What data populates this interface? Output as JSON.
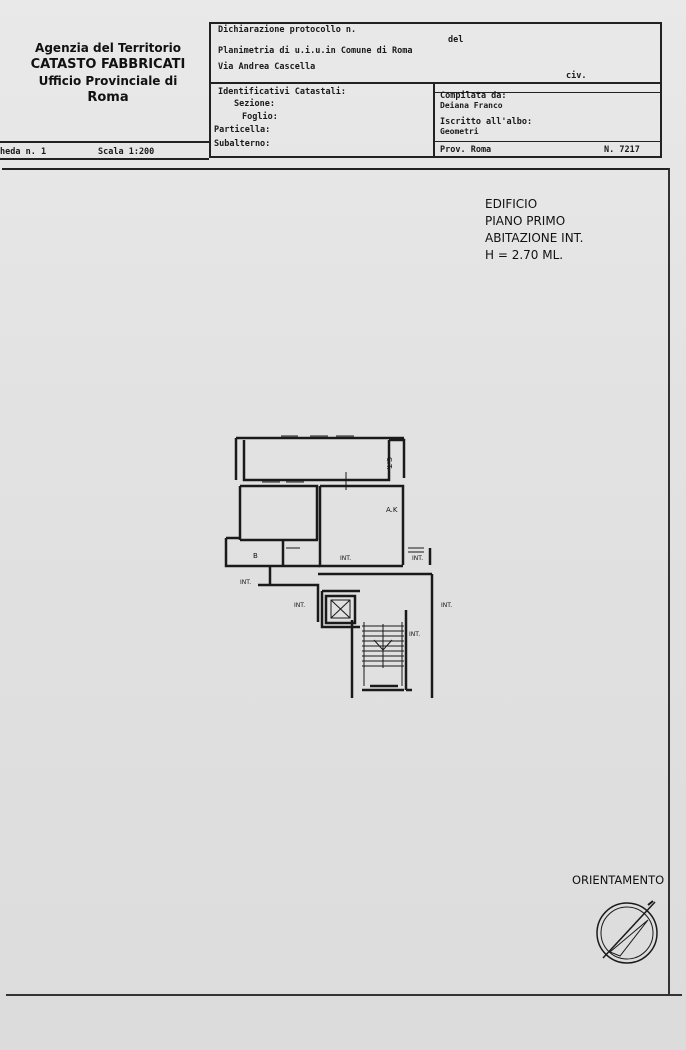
{
  "agency": {
    "line1": "Agenzia del Territorio",
    "line2": "CATASTO FABBRICATI",
    "line3": "Ufficio Provinciale di",
    "line4": "Roma"
  },
  "header": {
    "dichiarazione": "Dichiarazione protocollo n.",
    "del": "del",
    "planimetria": "Planimetria di u.i.u.in Comune di Roma",
    "via": "Via Andrea Cascella",
    "civ": "civ.",
    "identificativi": "Identificativi Catastali:",
    "sezione": "Sezione:",
    "foglio": "Foglio:",
    "particella": "Particella:",
    "subalterno": "Subalterno:",
    "compilata": "Compilata da:",
    "compilatore": "Deiana Franco",
    "iscritto": "Iscritto all'albo:",
    "albo": "Geometri",
    "prov": "Prov. Roma",
    "numero": "N. 7217"
  },
  "scheda": {
    "label": "heda n. 1",
    "scala": "Scala 1:200"
  },
  "building": {
    "line1": "EDIFICIO",
    "line2": "PIANO PRIMO",
    "line3": "ABITAZIONE INT.",
    "line4": "H = 2.70 ML."
  },
  "plan_labels": {
    "ct": "C.T.",
    "ak": "A.K",
    "b": "B",
    "int": "INT."
  },
  "orientation": "ORIENTAMENTO"
}
